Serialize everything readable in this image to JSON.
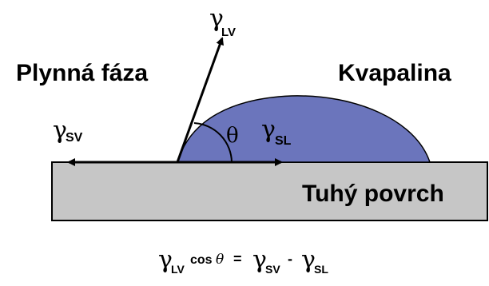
{
  "labels": {
    "gas_phase": "Plynná fáza",
    "liquid": "Kvapalina",
    "solid_surface": "Tuhý povrch"
  },
  "symbols": {
    "gamma": "γ",
    "theta": "θ",
    "lv": "LV",
    "sv": "SV",
    "sl": "SL"
  },
  "equation": {
    "lhs_gamma": "γ",
    "lhs_sub": "LV",
    "cos": "cos",
    "theta": "θ",
    "equals": "=",
    "r1_gamma": "γ",
    "r1_sub": "SV",
    "minus": "-",
    "r2_gamma": "γ",
    "r2_sub": "SL"
  },
  "colors": {
    "droplet": "#6b75bc",
    "surface": "#c6c6c6",
    "outline": "#000000"
  }
}
